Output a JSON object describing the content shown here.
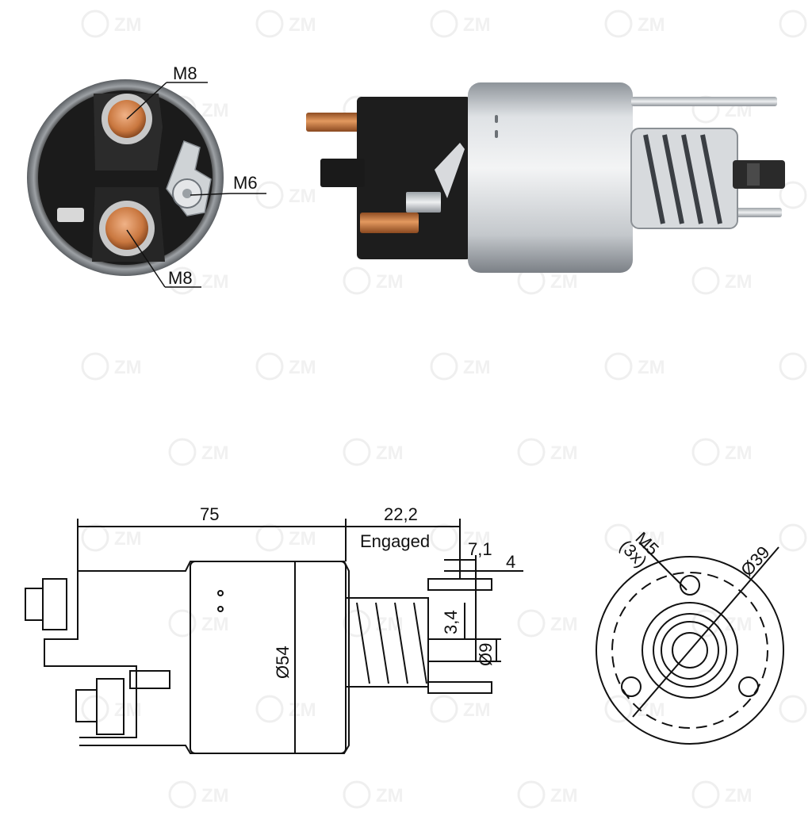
{
  "watermark": {
    "brand": "ZM",
    "logo": "ZM"
  },
  "photo_front": {
    "labels": {
      "terminal_top": "M8",
      "terminal_side": "M6",
      "terminal_bottom": "M8"
    }
  },
  "drawing_side": {
    "dims": {
      "length": "75",
      "travel": "22,2",
      "travel_note": "Engaged",
      "plunger_offset": "7,1",
      "plunger_tip": "4",
      "plunger_gap": "3,4",
      "plunger_dia": "Ø9",
      "body_dia": "Ø54"
    }
  },
  "drawing_end": {
    "dims": {
      "thread": "M5",
      "thread_count": "(3x)",
      "bolt_circle": "Ø39"
    }
  },
  "colors": {
    "copper": "#c9773f",
    "steel": "#c9cdd1",
    "bakelite": "#1c1c1c",
    "line": "#111111"
  }
}
